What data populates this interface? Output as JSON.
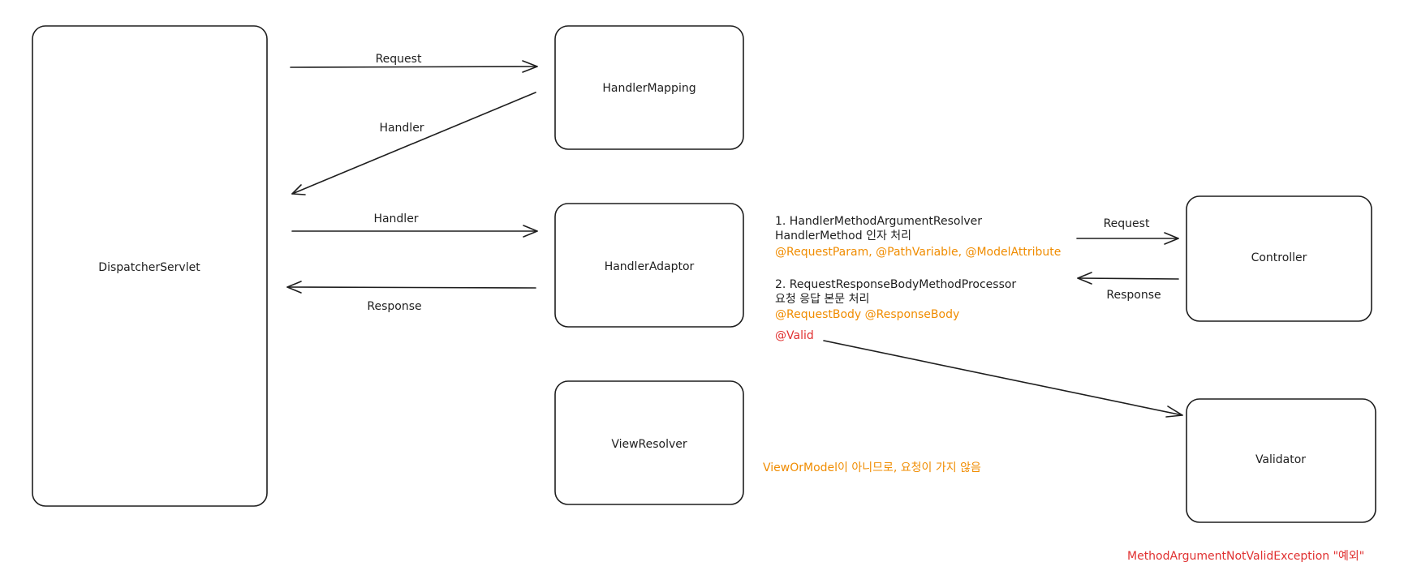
{
  "colors": {
    "stroke": "#1e1e1e",
    "annotation_orange": "#f08c00",
    "annotation_red": "#e03131"
  },
  "nodes": {
    "dispatcher_servlet": "DispatcherServlet",
    "handler_mapping": "HandlerMapping",
    "handler_adaptor": "HandlerAdaptor",
    "view_resolver": "ViewResolver",
    "controller": "Controller",
    "validator": "Validator"
  },
  "edges": {
    "dispatcher_to_mapping": "Request",
    "mapping_to_dispatcher": "Handler",
    "dispatcher_to_adaptor": "Handler",
    "adaptor_to_dispatcher": "Response",
    "adaptor_to_controller": "Request",
    "controller_to_adaptor": "Response"
  },
  "notes": {
    "resolver_title": "1. HandlerMethodArgumentResolver",
    "resolver_desc": "HandlerMethod 인자 처리",
    "resolver_annotations": "@RequestParam, @PathVariable, @ModelAttribute",
    "processor_title": "2. RequestResponseBodyMethodProcessor",
    "processor_desc": "요청 응답 본문 처리",
    "processor_annotations": "@RequestBody @ResponseBody",
    "valid": "@Valid",
    "view_note_highlight": "ViewOrModel",
    "view_note_rest": "이 아니므로, 요청이 가지 않음",
    "exception_name": "MethodArgumentNotValidException",
    "exception_suffix": " \"예외\""
  }
}
